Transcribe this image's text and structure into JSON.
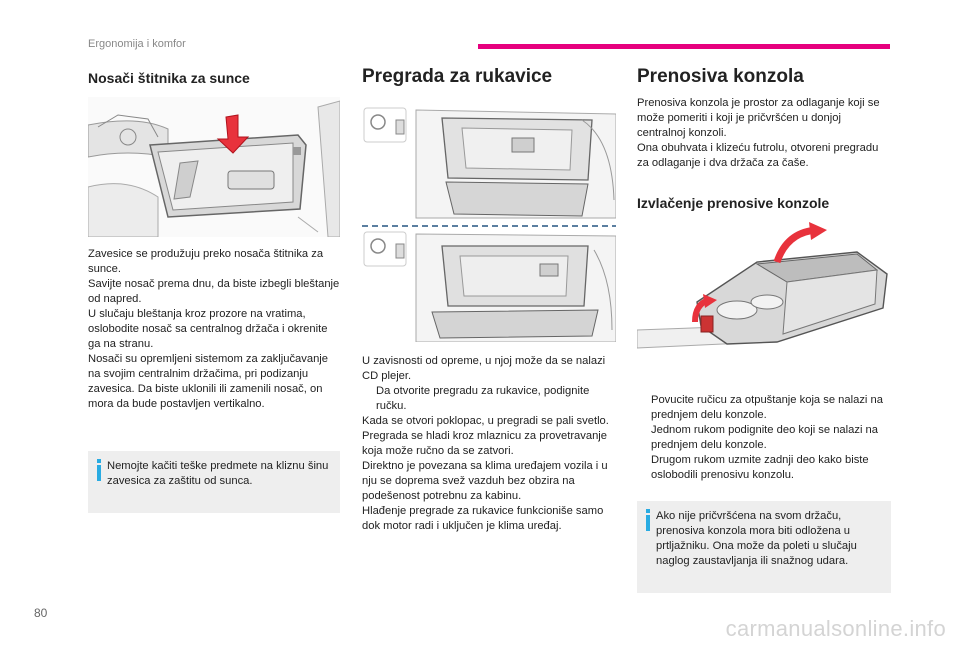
{
  "header": {
    "section": "Ergonomija i komfor",
    "accent_color": "#e6007e"
  },
  "page_number": "80",
  "watermark": "carmanualsonline.info",
  "col1": {
    "title": "Nosači štitnika za sunce",
    "paragraphs": [
      "Zavesice se produžuju preko nosača štitnika za sunce.",
      "Savijte nosač prema dnu, da biste izbegli bleštanje od napred.",
      "U slučaju bleštanja kroz prozore na vratima, oslobodite nosač sa centralnog držača i okrenite ga na stranu.",
      "Nosači su opremljeni sistemom za zaključavanje na svojim centralnim držačima, pri podizanju zavesica. Da biste uklonili ili zamenili nosač, on mora da bude postavljen vertikalno."
    ],
    "note": "Nemojte kačiti teške predmete na kliznu šinu zavesica za zaštitu od sunca."
  },
  "col2": {
    "title": "Pregrada za rukavice",
    "intro": "U zavisnosti od opreme, u njoj može da se nalazi CD plejer.",
    "bullet": "Da otvorite pregradu za rukavice, podignite ručku.",
    "paragraphs": [
      "Kada se otvori poklopac, u pregradi se pali svetlo.",
      "Pregrada se hladi kroz mlaznicu za provetravanje koja može ručno da se zatvori.",
      "Direktno je povezana sa klima uređajem vozila i u nju se doprema svež vazduh bez obzira na podešenost potrebnu za kabinu.",
      "Hlađenje pregrade za rukavice funkcioniše samo dok motor radi i uključen je klima uređaj."
    ]
  },
  "col3": {
    "title": "Prenosiva konzola",
    "paragraphs": [
      "Prenosiva konzola je prostor za odlaganje koji se može pomeriti i koji je pričvršćen u donjoj centralnoj konzoli.",
      "Ona obuhvata i klizeću futrolu, otvoreni pregradu za odlaganje i dva držača za čaše."
    ],
    "subtitle": "Izvlačenje prenosive konzole",
    "bullets": [
      "Povucite ručicu za otpuštanje koja se nalazi na prednjem delu konzole.",
      "Jednom rukom podignite deo koji se nalazi na prednjem delu konzole.",
      "Drugom rukom uzmite zadnji deo kako biste oslobodili prenosivu konzolu."
    ],
    "note": "Ako nije pričvršćena na svom držaču, prenosiva konzola mora biti odložena u prtljažniku. Ona može da poleti u slučaju naglog zaustavljanja ili snažnog udara."
  },
  "bullet_mark": "",
  "colors": {
    "info_icon": "#29abe2",
    "arrow": "#e8323c",
    "note_bg": "#eeeeee"
  }
}
